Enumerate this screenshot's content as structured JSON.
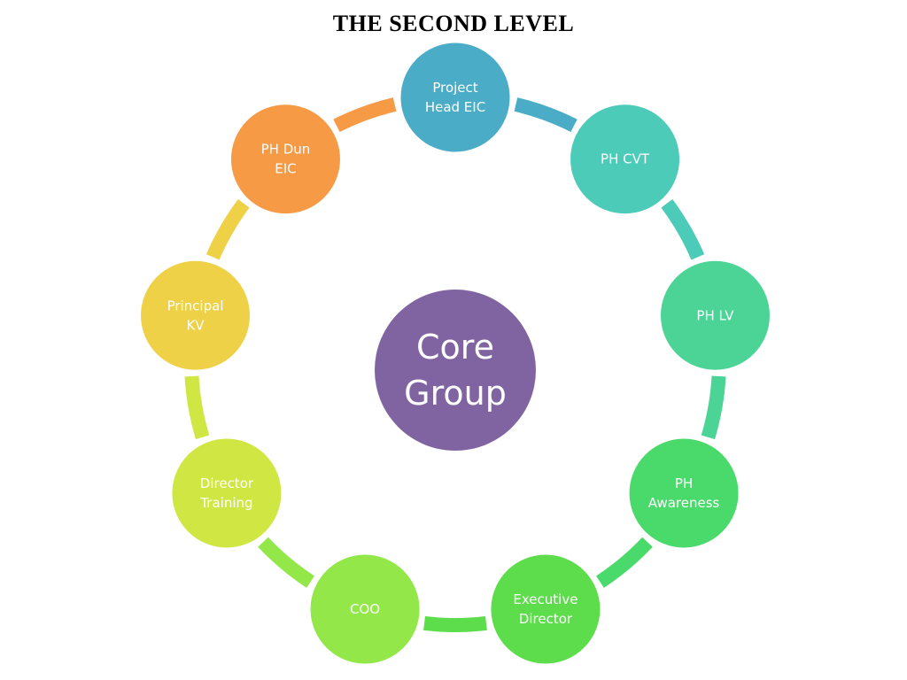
{
  "title": "THE SECOND LEVEL",
  "center": {
    "lines": [
      "Core",
      "Group"
    ],
    "color": "#8064a2"
  },
  "nodes": [
    {
      "lines": [
        "Project",
        "Head EIC"
      ],
      "color": "#4aacc6"
    },
    {
      "lines": [
        "PH CVT"
      ],
      "color": "#4bcbb8"
    },
    {
      "lines": [
        "PH LV"
      ],
      "color": "#4bd495"
    },
    {
      "lines": [
        "PH",
        "Awareness"
      ],
      "color": "#4ad96b"
    },
    {
      "lines": [
        "Executive",
        "Director"
      ],
      "color": "#5ddd4b"
    },
    {
      "lines": [
        "COO"
      ],
      "color": "#93e748"
    },
    {
      "lines": [
        "Director",
        "Training"
      ],
      "color": "#d0e743"
    },
    {
      "lines": [
        "Principal",
        "KV"
      ],
      "color": "#eed147"
    },
    {
      "lines": [
        "PH Dun",
        "EIC"
      ],
      "color": "#f69a46"
    }
  ]
}
